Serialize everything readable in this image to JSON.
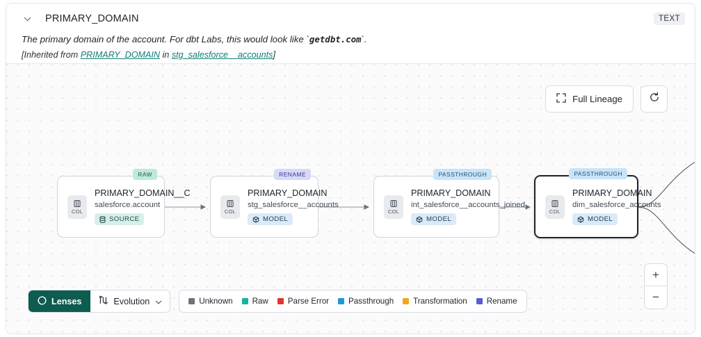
{
  "header": {
    "chevron_icon": "chevron-down-icon",
    "title": "PRIMARY_DOMAIN",
    "type_badge": "TEXT",
    "description_prefix": "The primary domain of the account. For dbt Labs, this would look like `",
    "description_code": "getdbt.com",
    "description_suffix": "`.",
    "inherit_open": "[Inherited from ",
    "inherit_link1": "PRIMARY_DOMAIN",
    "inherit_mid": " in ",
    "inherit_link2": "stg_salesforce__accounts",
    "inherit_close": "]"
  },
  "toolbar": {
    "full_lineage_label": "Full Lineage",
    "full_lineage_icon": "expand-icon",
    "refresh_icon": "refresh-icon"
  },
  "canvas": {
    "nodes": [
      {
        "tag": "RAW",
        "tag_kind": "raw",
        "chip_icon": "column-icon",
        "chip_label": "COL",
        "name": "PRIMARY_DOMAIN__C",
        "subtitle": "salesforce.account",
        "kind_icon": "database-icon",
        "kind_label": "SOURCE",
        "kind_class": "kind-source",
        "selected": false
      },
      {
        "tag": "RENAME",
        "tag_kind": "rename",
        "chip_icon": "column-icon",
        "chip_label": "COL",
        "name": "PRIMARY_DOMAIN",
        "subtitle": "stg_salesforce__accounts",
        "kind_icon": "cube-icon",
        "kind_label": "MODEL",
        "kind_class": "kind-model",
        "selected": false
      },
      {
        "tag": "PASSTHROUGH",
        "tag_kind": "pass",
        "chip_icon": "column-icon",
        "chip_label": "COL",
        "name": "PRIMARY_DOMAIN",
        "subtitle": "int_salesforce__accounts_joined",
        "kind_icon": "cube-icon",
        "kind_label": "MODEL",
        "kind_class": "kind-model",
        "selected": false
      },
      {
        "tag": "PASSTHROUGH",
        "tag_kind": "pass",
        "chip_icon": "column-icon",
        "chip_label": "COL",
        "name": "PRIMARY_DOMAIN",
        "subtitle": "dim_salesforce_accounts",
        "kind_icon": "cube-icon",
        "kind_label": "MODEL",
        "kind_class": "kind-model",
        "selected": true
      }
    ]
  },
  "bottom": {
    "lenses_label": "Lenses",
    "lenses_icon": "lens-icon",
    "evolution_label": "Evolution",
    "evolution_icon": "evolution-icon",
    "evolution_caret": "chevron-down-icon",
    "legend": [
      {
        "label": "Unknown",
        "color": "#6b7280"
      },
      {
        "label": "Raw",
        "color": "#10b5a0"
      },
      {
        "label": "Parse Error",
        "color": "#e3342f"
      },
      {
        "label": "Passthrough",
        "color": "#1b9ae0"
      },
      {
        "label": "Transformation",
        "color": "#f0a91b"
      },
      {
        "label": "Rename",
        "color": "#5b5bd6"
      }
    ]
  },
  "zoom_controls": {
    "zoom_in": "+",
    "zoom_out": "−"
  },
  "colors": {
    "accent_green": "#0e5c4f",
    "link_teal": "#0f7d78",
    "canvas_bg": "#fbfbfc"
  }
}
